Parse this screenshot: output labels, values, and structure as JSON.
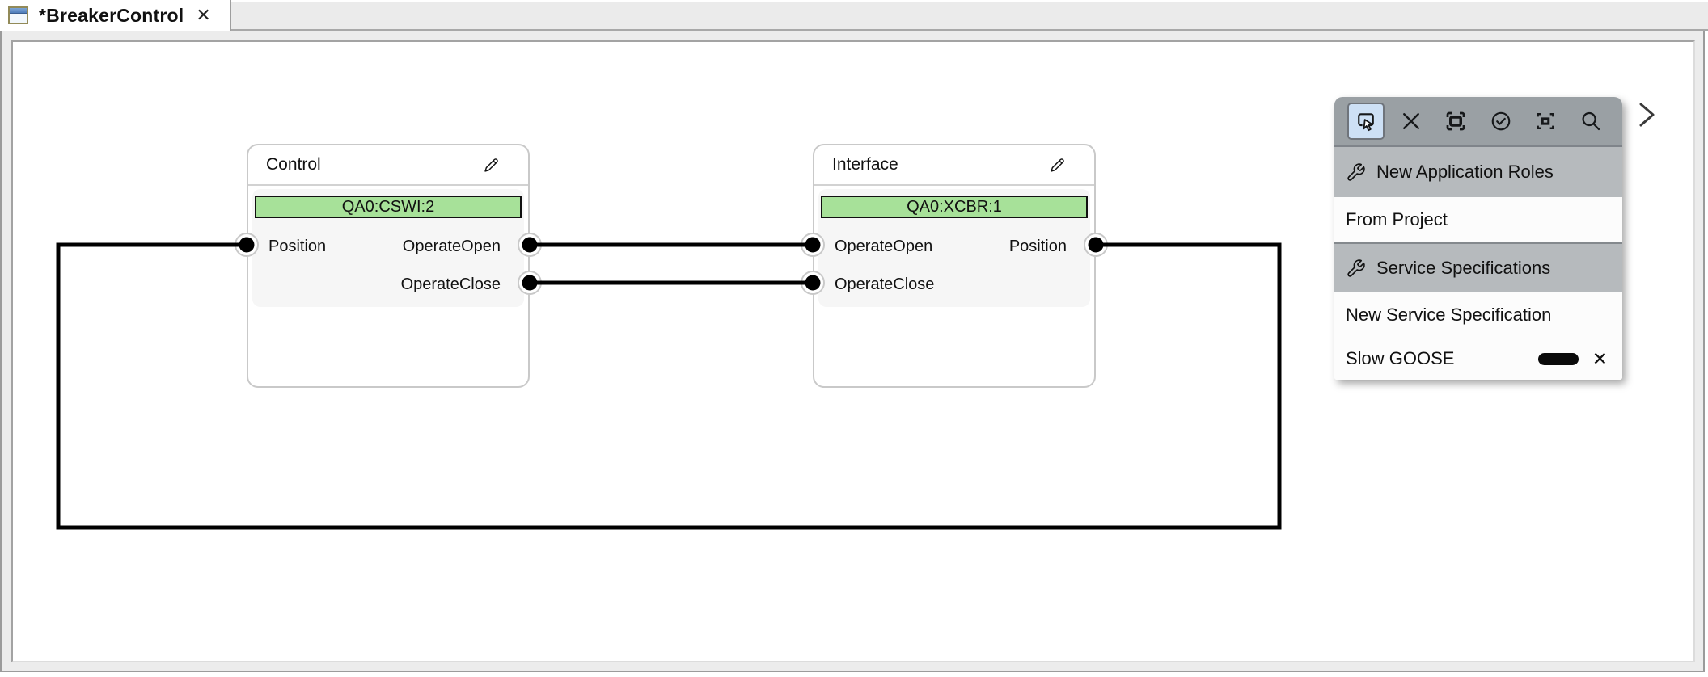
{
  "tab": {
    "title": "*BreakerControl",
    "close_glyph": "✕"
  },
  "nodes": [
    {
      "title": "Control",
      "badge": "QA0:CSWI:2",
      "left_ports": [
        "Position"
      ],
      "right_ports": [
        "OperateOpen",
        "OperateClose"
      ]
    },
    {
      "title": "Interface",
      "badge": "QA0:XCBR:1",
      "left_ports": [
        "OperateOpen",
        "OperateClose"
      ],
      "right_ports": [
        "Position"
      ]
    }
  ],
  "connections": [
    {
      "from": "Control.OperateOpen",
      "to": "Interface.OperateOpen"
    },
    {
      "from": "Control.OperateClose",
      "to": "Interface.OperateClose"
    },
    {
      "from": "Interface.Position",
      "to": "Control.Position"
    }
  ],
  "palette": {
    "tools": [
      {
        "name": "select-tool",
        "selected": true
      },
      {
        "name": "delete-tool",
        "selected": false
      },
      {
        "name": "fit-view-tool",
        "selected": false
      },
      {
        "name": "validate-tool",
        "selected": false
      },
      {
        "name": "center-selection-tool",
        "selected": false
      },
      {
        "name": "search-tool",
        "selected": false
      }
    ],
    "sections": [
      {
        "type": "header",
        "label": "New Application Roles"
      },
      {
        "type": "item",
        "label": "From Project"
      },
      {
        "type": "header",
        "label": "Service Specifications"
      },
      {
        "type": "item",
        "label": "New Service Specification"
      },
      {
        "type": "item",
        "label": "Slow GOOSE",
        "remove_glyph": "✕"
      }
    ]
  },
  "colors": {
    "badge_green": "#a7e199",
    "selected_tool_bg": "#cde0f5",
    "palette_toolbar_bg": "#9aa0a4",
    "palette_header_bg": "#b6babd",
    "wire": "#000000"
  }
}
